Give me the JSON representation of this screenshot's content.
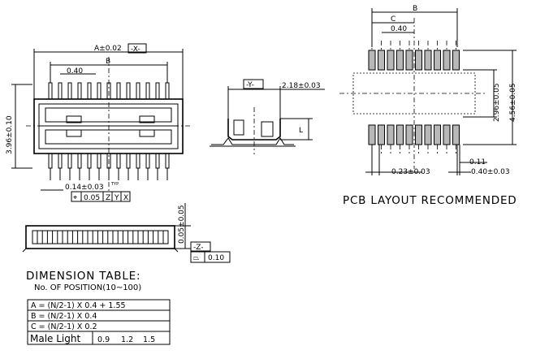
{
  "front_view": {
    "dim_a": "A±0.02",
    "datum_x": "-X-",
    "dim_b": "B",
    "pitch": "0.40",
    "height": "3.96±0.10",
    "lead_width": "0.14±0.03",
    "lead_width_sup": "TYP",
    "position_tol": {
      "symbol": "⌖",
      "value": "0.05",
      "refs": [
        "Z",
        "Y",
        "X"
      ]
    }
  },
  "side_view": {
    "datum_y": "-Y-",
    "width": "2.18±0.03",
    "dim_l": "L"
  },
  "bottom_view": {
    "height": "0.05±0.05",
    "datum_z": "-Z-",
    "coplanarity": {
      "symbol": "⏢",
      "value": "0.10"
    }
  },
  "pcb_layout": {
    "dim_b": "B",
    "dim_c": "C",
    "pitch": "0.40",
    "inner_height": "2.96±0.05",
    "outer_height": "4.56±0.05",
    "pad_width": "0.23±0.03",
    "gap": "0.11",
    "pad_pitch": "0.40±0.03",
    "caption": "PCB LAYOUT RECOMMENDED"
  },
  "dimension_table": {
    "title": "DIMENSION TABLE:",
    "subtitle": "No. OF POSITION(10~100)",
    "rows": [
      "A = (N/2-1) X 0.4 + 1.55",
      "B = (N/2-1) X 0.4",
      "C = (N/2-1) X 0.2"
    ],
    "light_row": {
      "label": "Male Light",
      "values": [
        "0.9",
        "1.2",
        "1.5"
      ]
    }
  }
}
